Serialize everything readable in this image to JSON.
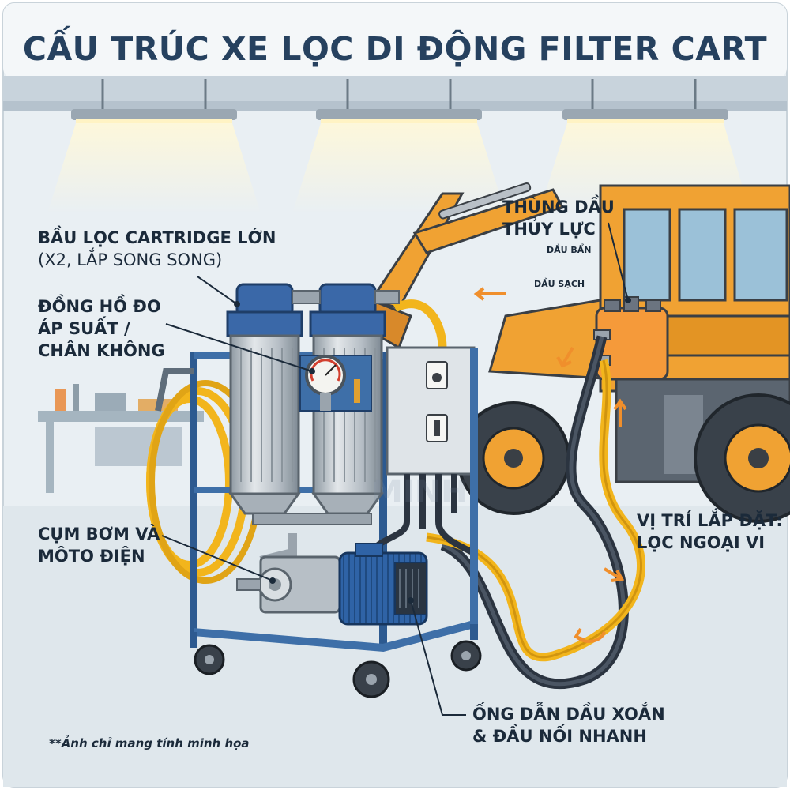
{
  "title": "CẤU TRÚC XE LỌC DI ĐỘNG FILTER CART",
  "labels": {
    "cartridge_line1": "BẦU LỌC CARTRIDGE LỚN",
    "cartridge_line2": "(X2, LẮP SONG SONG)",
    "gauge_line1": "ĐỒNG HỒ ĐO",
    "gauge_line2": "ÁP SUẤT /",
    "gauge_line3": "CHÂN KHÔNG",
    "pump_line1": "CỤM BƠM VÀ",
    "pump_line2": "MÔTO ĐIỆN",
    "hose_line1": "ỐNG DẪN DẦU XOẮN",
    "hose_line2": "& ĐẦU NỐI NHANH",
    "tank_line1": "THÙNG DẦU",
    "tank_line2": "THỦY LỰC",
    "dirty_oil": "DẦU BẨN",
    "clean_oil": "DẦU SẠCH",
    "install_line1": "VỊ TRÍ LẮP ĐẶT:",
    "install_line2": "LỌC NGOẠI VI"
  },
  "watermark": "MINH",
  "note": "**Ảnh chỉ mang tính minh họa",
  "colors": {
    "title": "#26415f",
    "frame": "#3e6fa8",
    "hose_yellow": "#f2b51c",
    "hose_dark": "#2b3440",
    "machine_orange": "#f0a233",
    "tank_orange": "#f59a3a",
    "background": "#e9eff3"
  }
}
